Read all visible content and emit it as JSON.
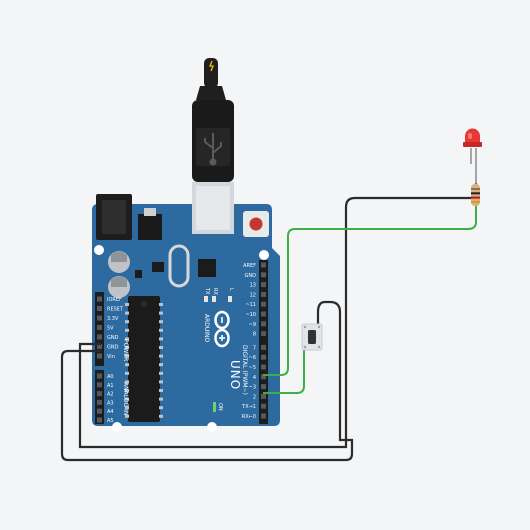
{
  "board": {
    "model": "UNO",
    "brand": "ARDUINO",
    "header_labels": {
      "digital": "DIGITAL (PWM~)",
      "analog": "ANALOG IN",
      "power": "POWER",
      "led_l": "L",
      "led_tx": "TX",
      "led_rx": "RX",
      "led_on": "ON"
    },
    "digital_pins": [
      "AREF",
      "GND",
      "13",
      "12",
      "~11",
      "~10",
      "~9",
      "8",
      "7",
      "~6",
      "~5",
      "4",
      "~3",
      "2",
      "TX→1",
      "RX←0"
    ],
    "power_pins": [
      "IOREF",
      "RESET",
      "3.3V",
      "5V",
      "GND",
      "GND",
      "Vin"
    ],
    "analog_pins": [
      "A0",
      "A1",
      "A2",
      "A3",
      "A4",
      "A5"
    ]
  },
  "components": {
    "led": {
      "color": "#e53935"
    },
    "resistor": {
      "bands": [
        "#8d6e63",
        "#212121",
        "#b71c1c",
        "#c9a227"
      ]
    },
    "pushbutton": {}
  },
  "wires": {
    "green_color": "#3fae49",
    "dark_color": "#2b2b2b"
  },
  "colors": {
    "board_blue": "#2c6aa0",
    "background": "#f3f5f7"
  }
}
